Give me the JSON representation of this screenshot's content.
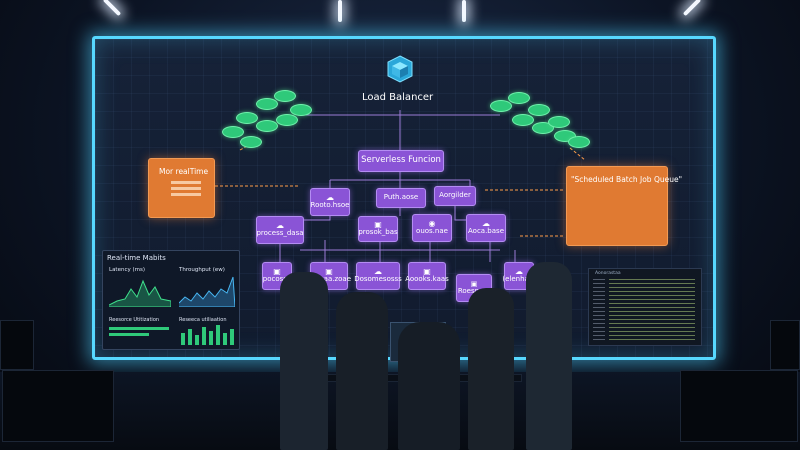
{
  "scene": {
    "description": "Operations room with a large wall display showing a service architecture diagram",
    "colors": {
      "frame": "#57d8ff",
      "node": "#8a54d6",
      "accent": "#e07a32",
      "db": "#2fc97a",
      "link": "#ff9d4a"
    }
  },
  "diagram": {
    "load_balancer": "Load Balancer",
    "serverless": "Serverless Funcion",
    "left_note": "Mor realTime",
    "right_note": "\"Scheduled Batch Job Queue\"",
    "nodes": {
      "n1": "Rooto.hsoe",
      "n2": "Puth.aose",
      "n3": "Aorgilder",
      "n4": "process_dasa",
      "n5": "prosok_bas",
      "n6": "ouos.nae",
      "n7": "Aoca.base",
      "n8": "pocossa",
      "n9": "poosaa.zoae",
      "n10": "Dosomesosss",
      "n11": "Aoooks.kaas",
      "n12": "Roesnom",
      "n13": "(elenhak)"
    }
  },
  "metrics_panel": {
    "title": "Real-time Mabits",
    "latency": "Latency (ms)",
    "throughput": "Throughput (ew)",
    "resource_a": "Reesorce Utitization",
    "resource_b": "Reseeca utiliaation"
  },
  "terminal": {
    "title": "Aonorastaa"
  }
}
